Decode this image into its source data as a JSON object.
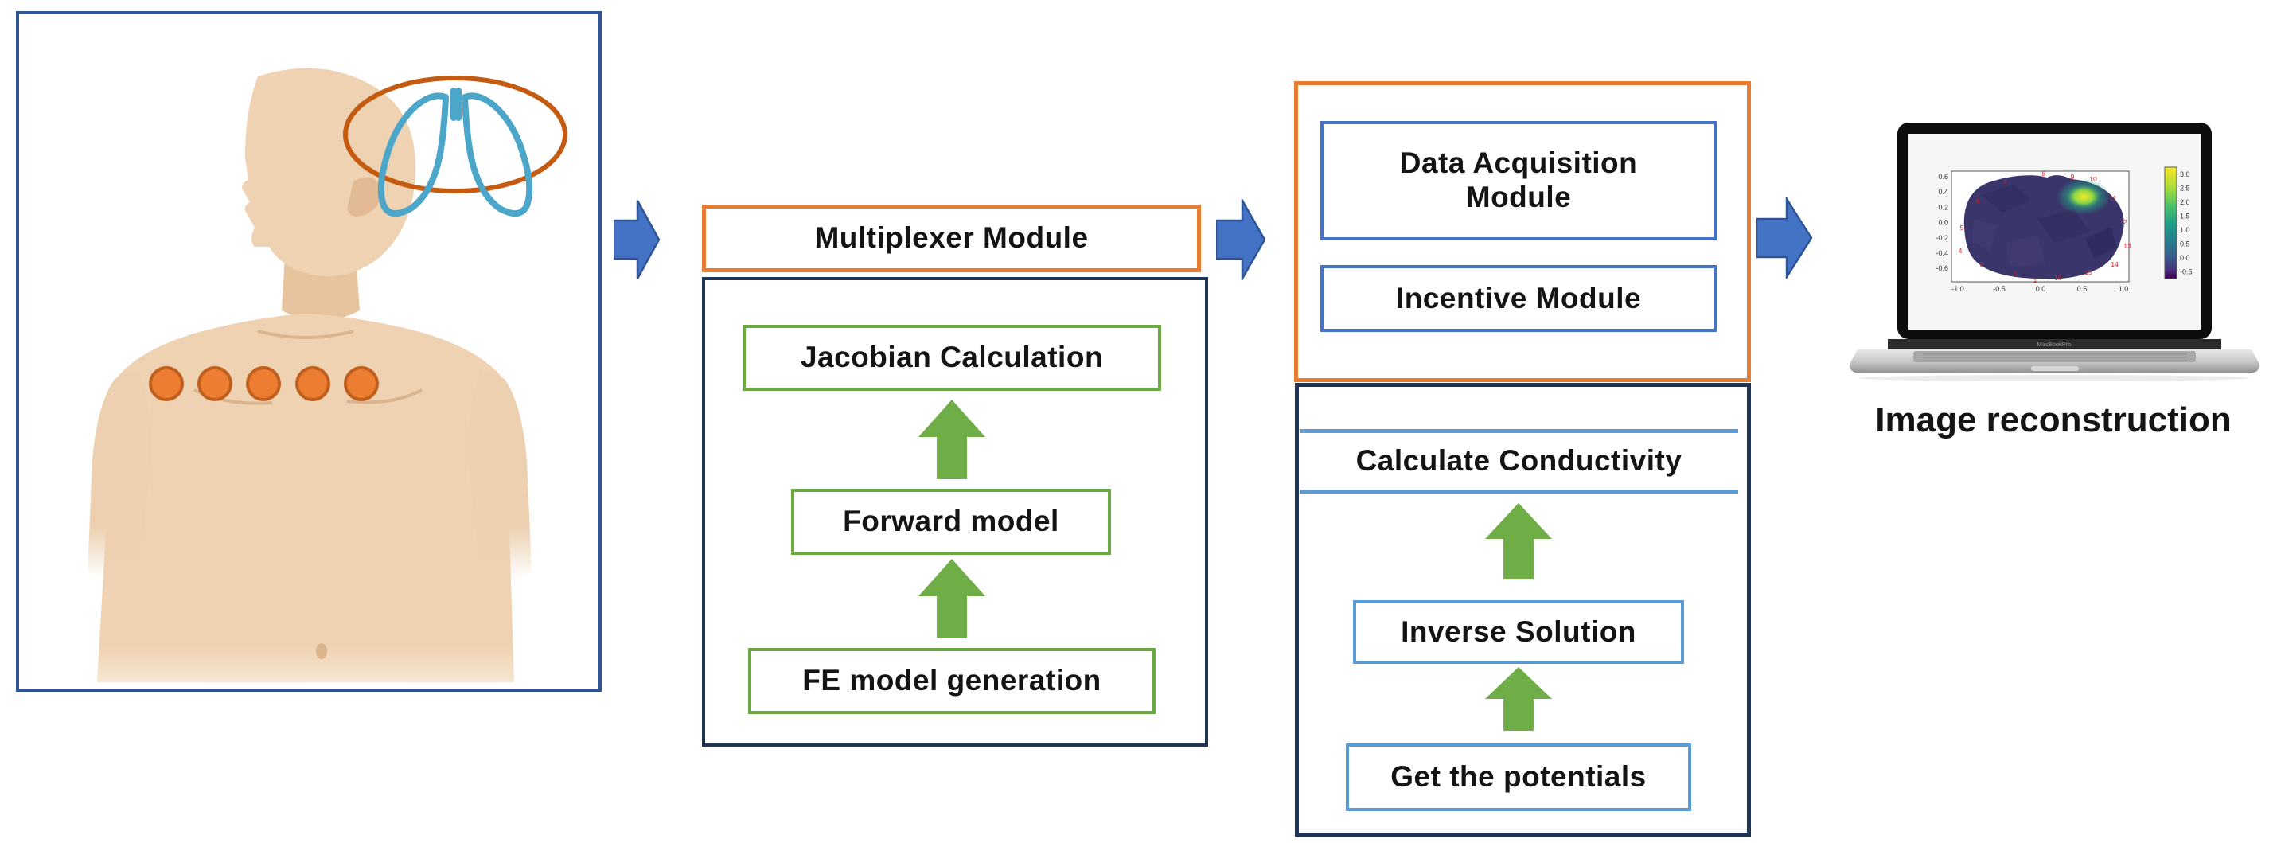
{
  "colors": {
    "accent_orange": "#e87d31",
    "deep_orange_ellipse": "#c55a11",
    "navy_frame": "#1f3355",
    "panel_blue": "#2e5697",
    "module_blue": "#4472c4",
    "light_blue": "#5b9bd5",
    "green": "#6ba843",
    "green_arrow": "#6fae47",
    "arrow_blue_fill": "#4472c4",
    "arrow_blue_edge": "#2f5597",
    "skin": "#eed2b2",
    "skin_shade": "#e2bb95",
    "electrode_orange": "#ed7d31",
    "electrode_edge": "#c05f1e",
    "lungs_blue": "#4ba6c9",
    "electrode_number_red": "#e02020"
  },
  "patient_panel": {
    "icons": [
      "person-torso-icon",
      "lungs-icon",
      "chest-ellipse-icon",
      "electrode-dot-icon"
    ],
    "electrode_count": 5
  },
  "mux": {
    "label": "Multiplexer Module"
  },
  "mux_stack": {
    "jacobian": "Jacobian Calculation",
    "forward": "Forward model",
    "fe": "FE model generation"
  },
  "daq": {
    "line1": "Data Acquisition",
    "line2": "Module",
    "incentive": "Incentive Module"
  },
  "recon": {
    "calc": "Calculate Conductivity",
    "inverse": "Inverse Solution",
    "potentials": "Get the potentials"
  },
  "output": {
    "caption": "Image reconstruction",
    "laptop_brand": "MacBookPro"
  },
  "chart_data": {
    "type": "heatmap",
    "title": "",
    "xlabel": "",
    "ylabel": "",
    "x_tick_labels": [
      "-1.0",
      "-0.5",
      "0.0",
      "0.5",
      "1.0"
    ],
    "y_tick_labels": [
      "0.6",
      "0.4",
      "0.2",
      "0.0",
      "-0.2",
      "-0.4",
      "-0.6"
    ],
    "xlim": [
      -1.2,
      1.2
    ],
    "ylim": [
      -0.75,
      0.75
    ],
    "colorbar_tick_labels": [
      "3.0",
      "2.5",
      "2.0",
      "1.5",
      "1.0",
      "0.5",
      "0.0",
      "-0.5"
    ],
    "colorbar_range": [
      -0.5,
      3.2
    ],
    "colormap": "viridis",
    "electrode_labels": [
      "8",
      "9",
      "10",
      "7",
      "11",
      "6",
      "12",
      "5",
      "13",
      "4",
      "14",
      "3",
      "15",
      "2",
      "16",
      "1"
    ],
    "hotspot": {
      "x": 0.45,
      "y": 0.35,
      "value": 3.0
    },
    "background_value": 0.0,
    "grid": false,
    "legend": "colorbar-right"
  }
}
